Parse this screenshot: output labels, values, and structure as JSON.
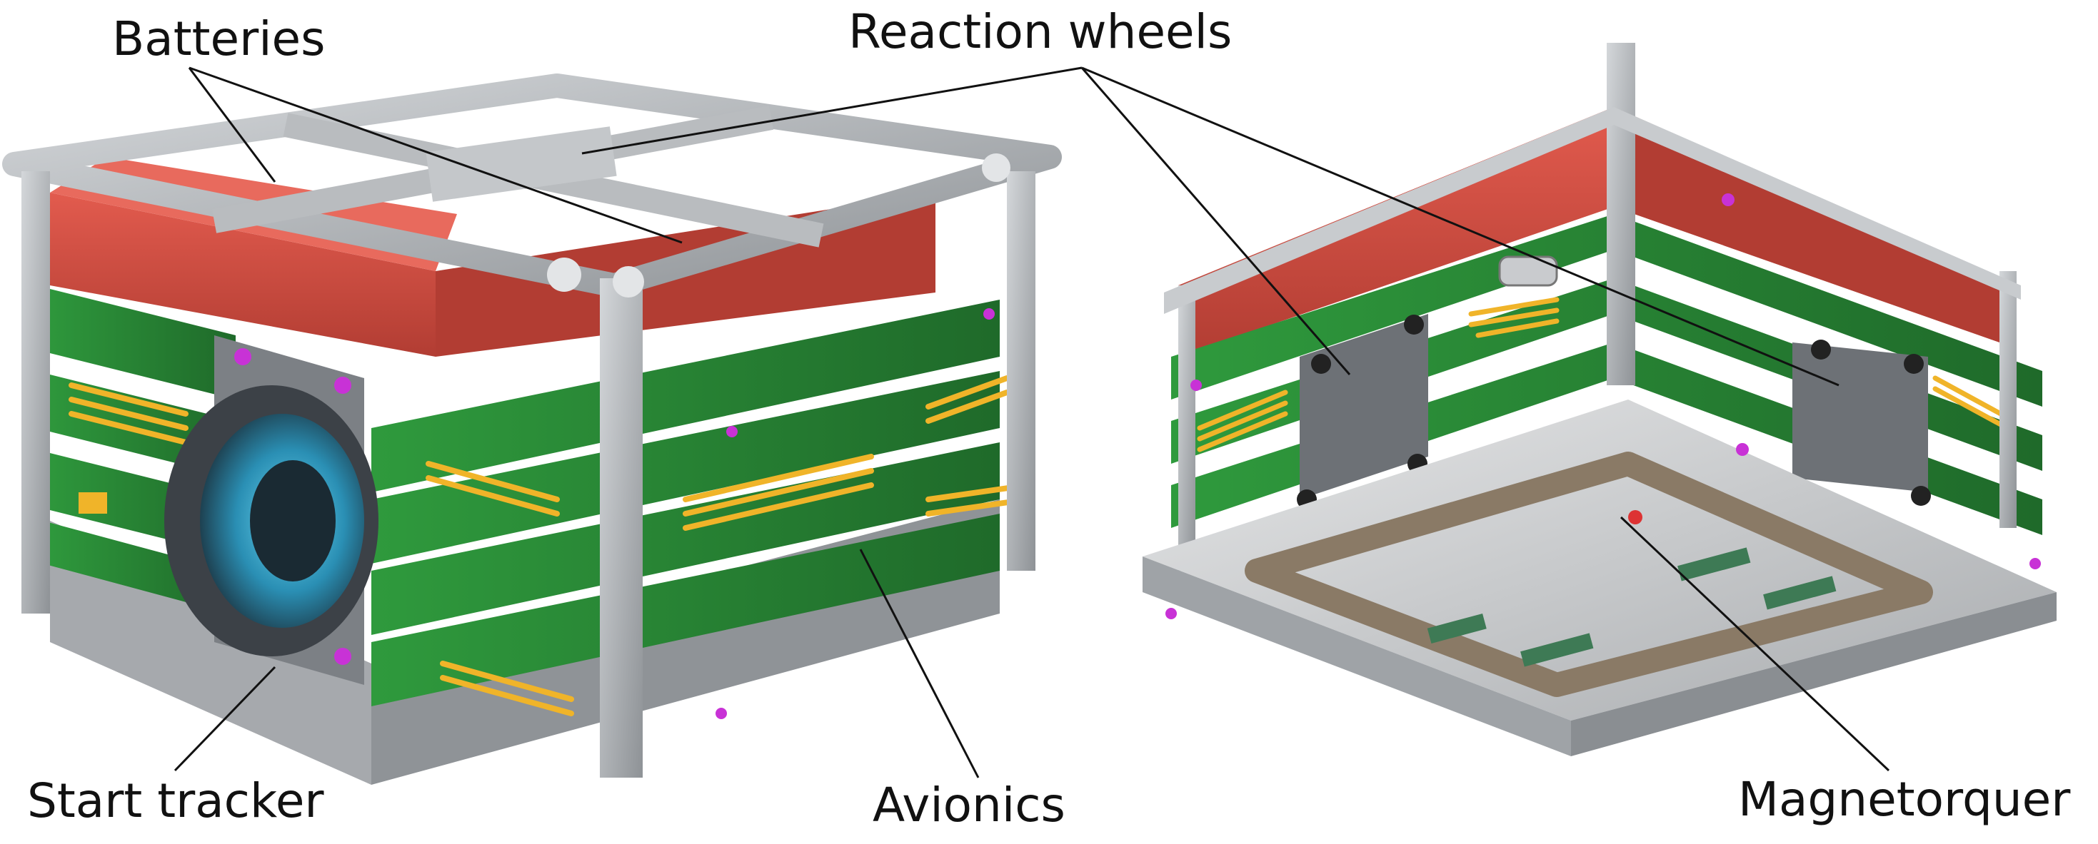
{
  "labels": {
    "batteries": "Batteries",
    "reaction_wheels": "Reaction wheels",
    "star_tracker": "Start tracker",
    "avionics": "Avionics",
    "magnetorquer": "Magnetorquer"
  },
  "colors": {
    "frame": "#b9bcbf",
    "frame_dark": "#8e9296",
    "battery": "#d9483c",
    "battery_dark": "#a8362e",
    "pcb": "#2f8f3a",
    "pcb_dark": "#1f6a2a",
    "header_pin": "#f0b429",
    "lens": "#3aa6c9",
    "accent": "#c832d6",
    "coil": "#8a7a66",
    "leader": "#111111"
  }
}
